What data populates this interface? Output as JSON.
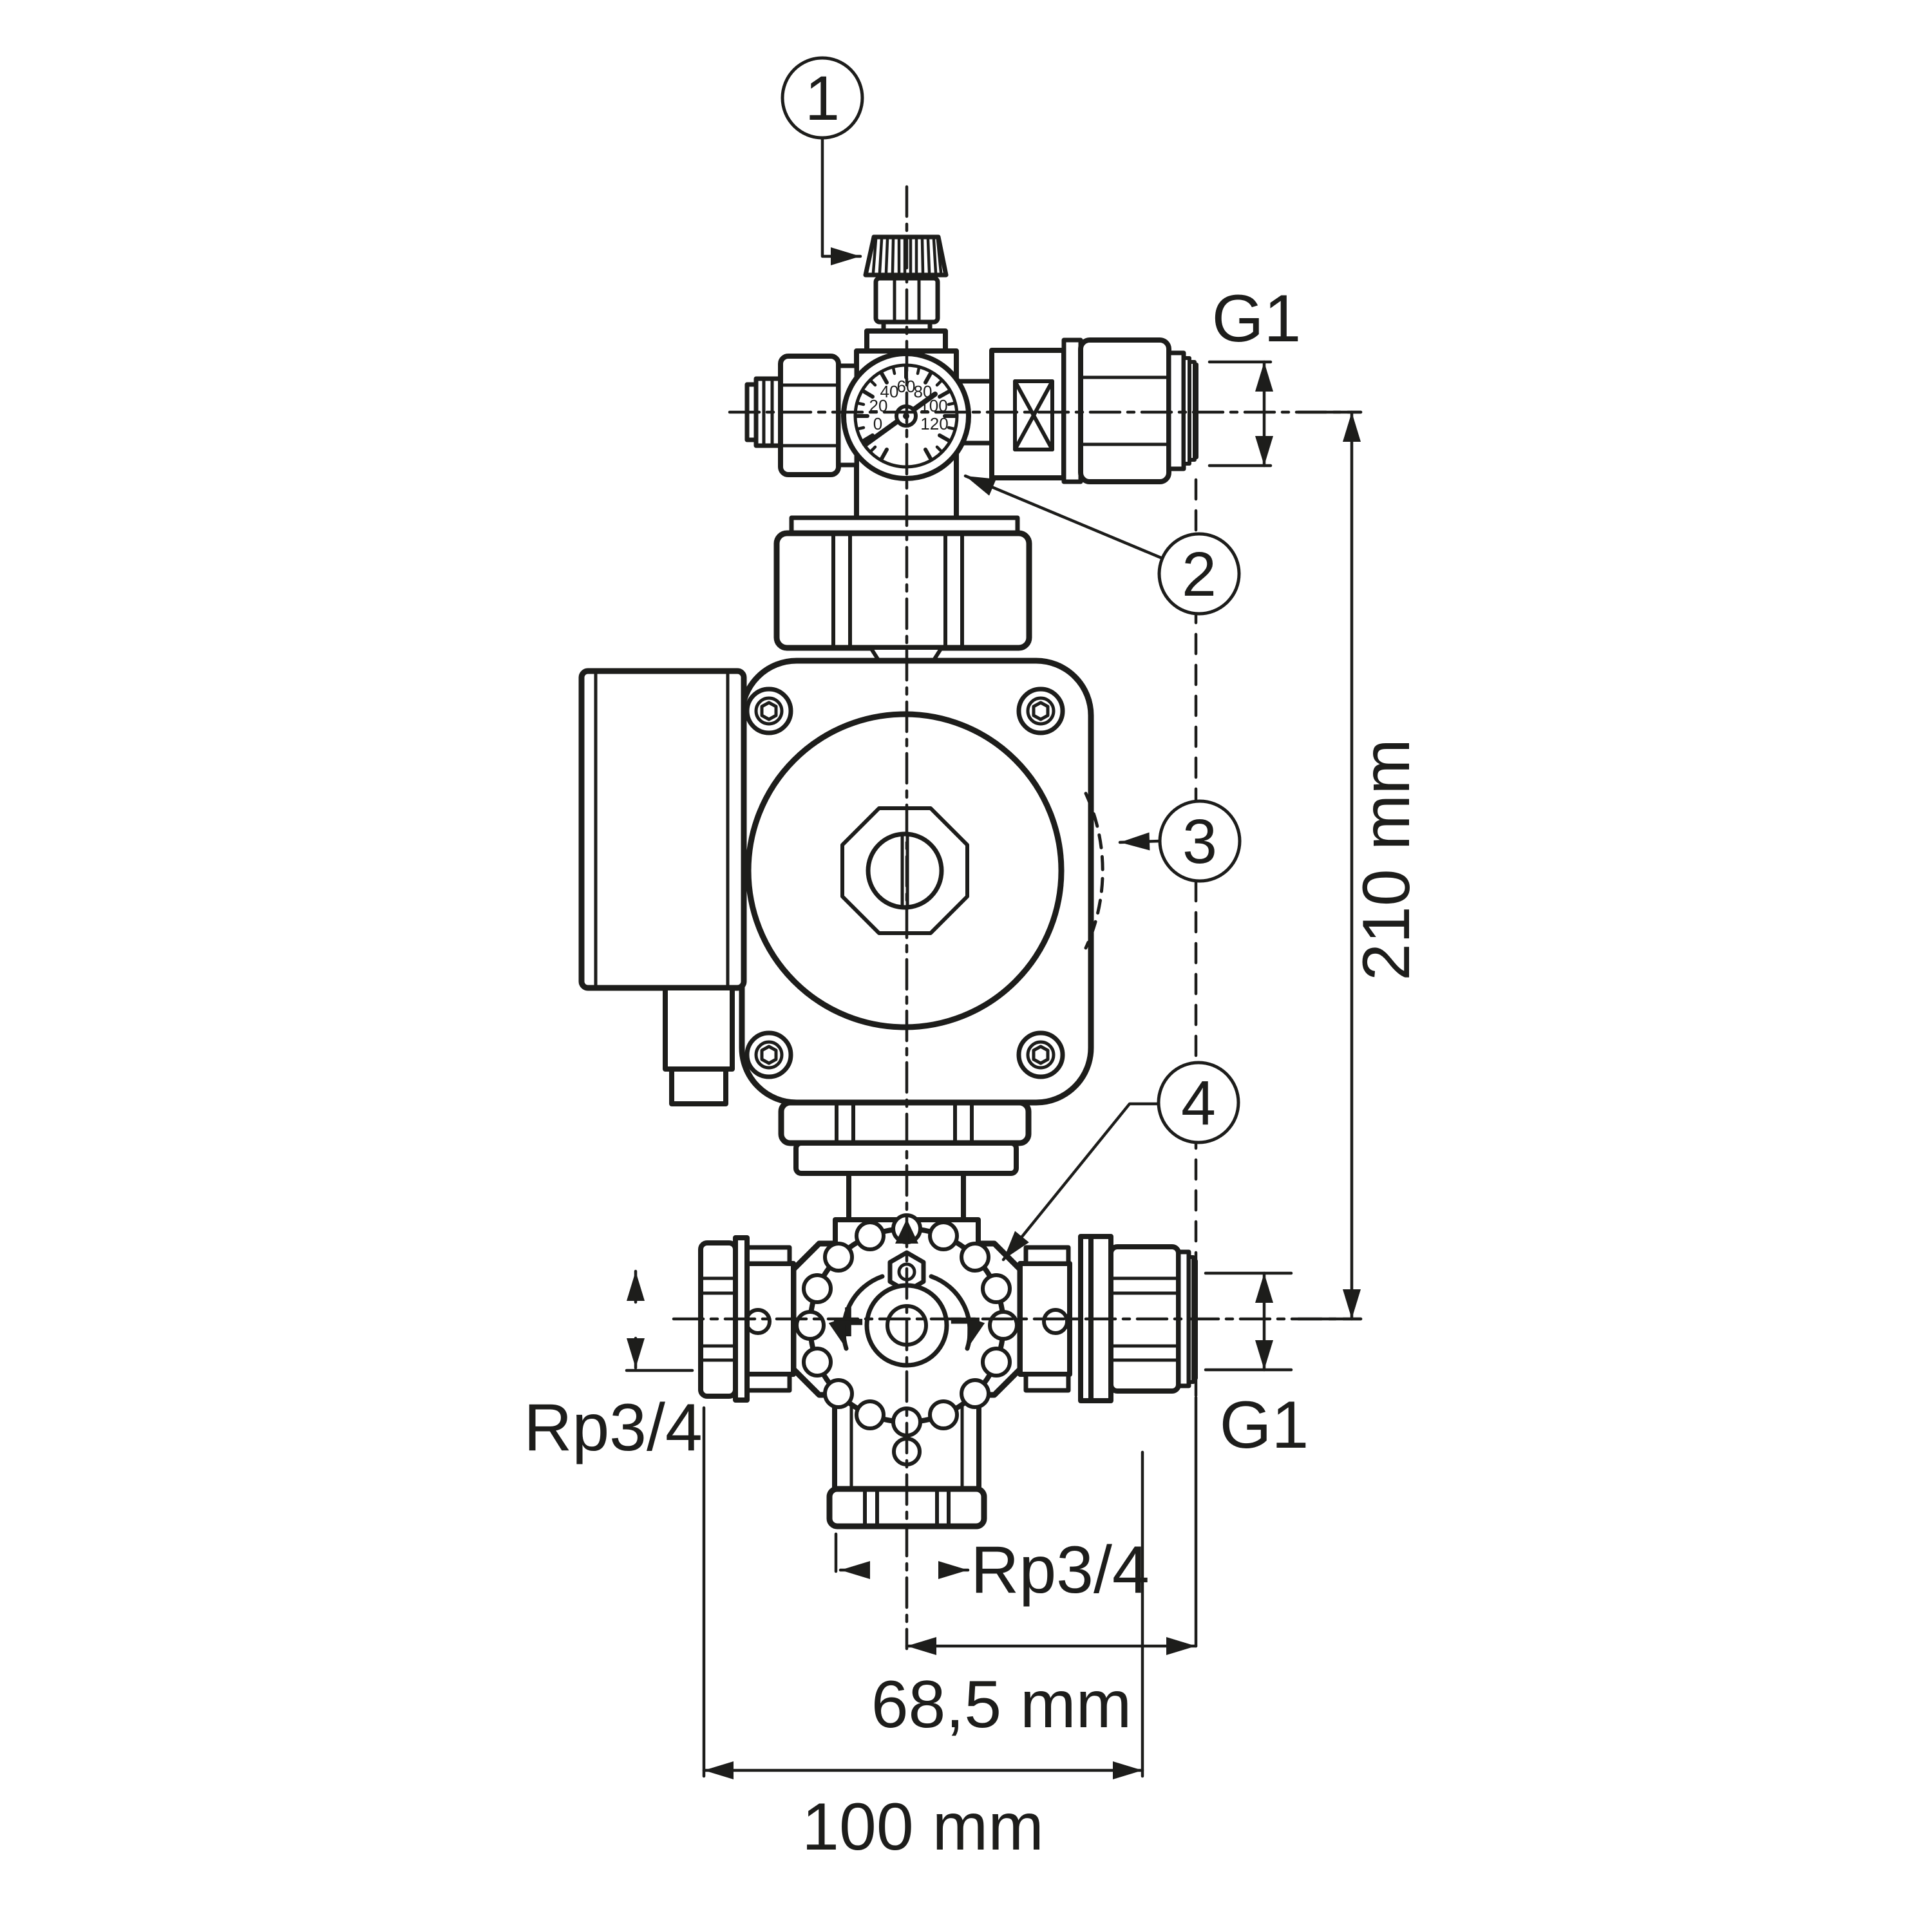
{
  "drawing": {
    "type": "technical-dimension-drawing",
    "subject": "heating-circuit-pump-group-with-mixing-valve",
    "colors": {
      "line": "#1d1d1b",
      "background": "#ffffff"
    },
    "callouts": [
      {
        "number": "1"
      },
      {
        "number": "2"
      },
      {
        "number": "3"
      },
      {
        "number": "4"
      }
    ],
    "labels": {
      "top_right_thread": "G1",
      "overall_height": "210 mm",
      "left_port_thread": "Rp3/4",
      "bottom_right_thread": "G1",
      "bottom_port_thread": "Rp3/4",
      "center_to_port_distance": "68,5 mm",
      "overall_width": "100 mm"
    },
    "valve_markings": {
      "open": "+",
      "close": "−"
    },
    "gauge_scale": [
      "0",
      "20",
      "40",
      "60",
      "80",
      "100",
      "120"
    ]
  }
}
